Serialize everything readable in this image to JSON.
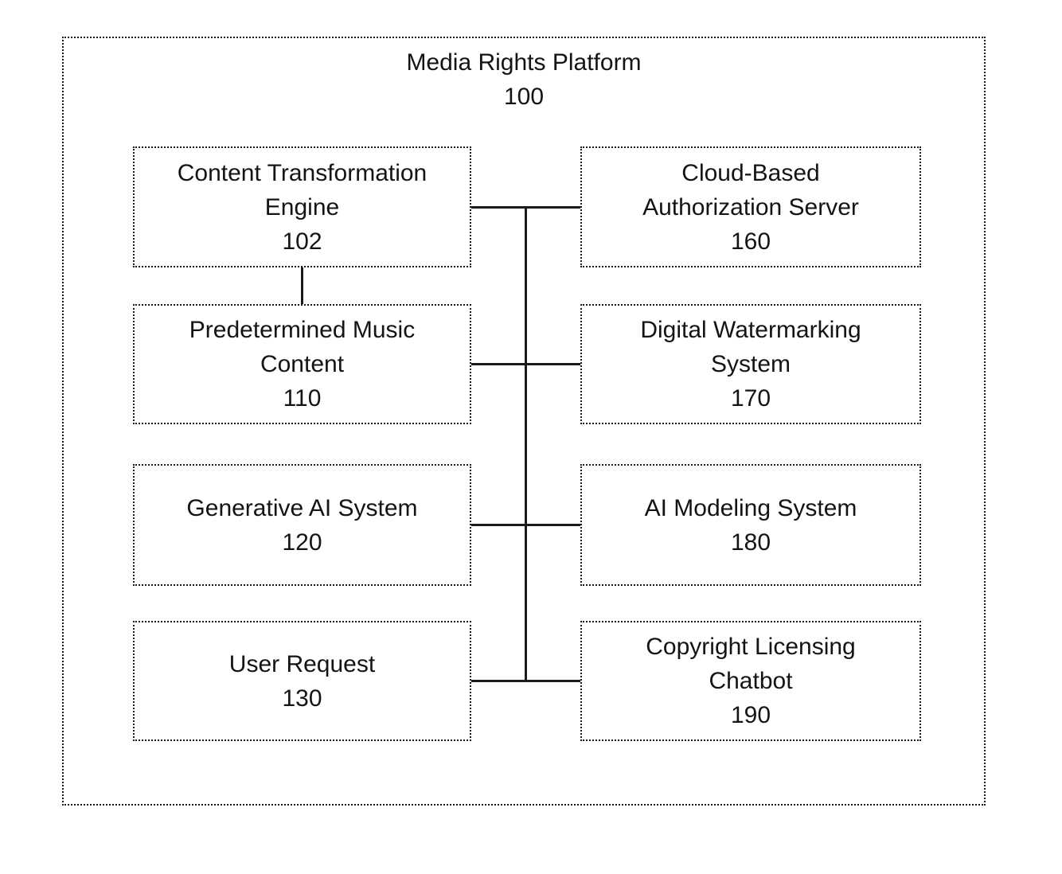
{
  "colors": {
    "background": "#ffffff",
    "line": "#1b1b1b",
    "text": "#141414"
  },
  "diagram": {
    "title": {
      "label": "Media Rights Platform",
      "ref": "100"
    },
    "nodes": [
      {
        "id": "content-transformation-engine",
        "label": "Content Transformation\nEngine",
        "ref": "102"
      },
      {
        "id": "predetermined-music-content",
        "label": "Predetermined Music\nContent",
        "ref": "110"
      },
      {
        "id": "generative-ai-system",
        "label": "Generative AI System",
        "ref": "120"
      },
      {
        "id": "user-request",
        "label": "User Request",
        "ref": "130"
      },
      {
        "id": "cloud-based-authorization-server",
        "label": "Cloud-Based\nAuthorization Server",
        "ref": "160"
      },
      {
        "id": "digital-watermarking-system",
        "label": "Digital Watermarking\nSystem",
        "ref": "170"
      },
      {
        "id": "ai-modeling-system",
        "label": "AI Modeling System",
        "ref": "180"
      },
      {
        "id": "copyright-licensing-chatbot",
        "label": "Copyright Licensing\nChatbot",
        "ref": "190"
      }
    ]
  }
}
